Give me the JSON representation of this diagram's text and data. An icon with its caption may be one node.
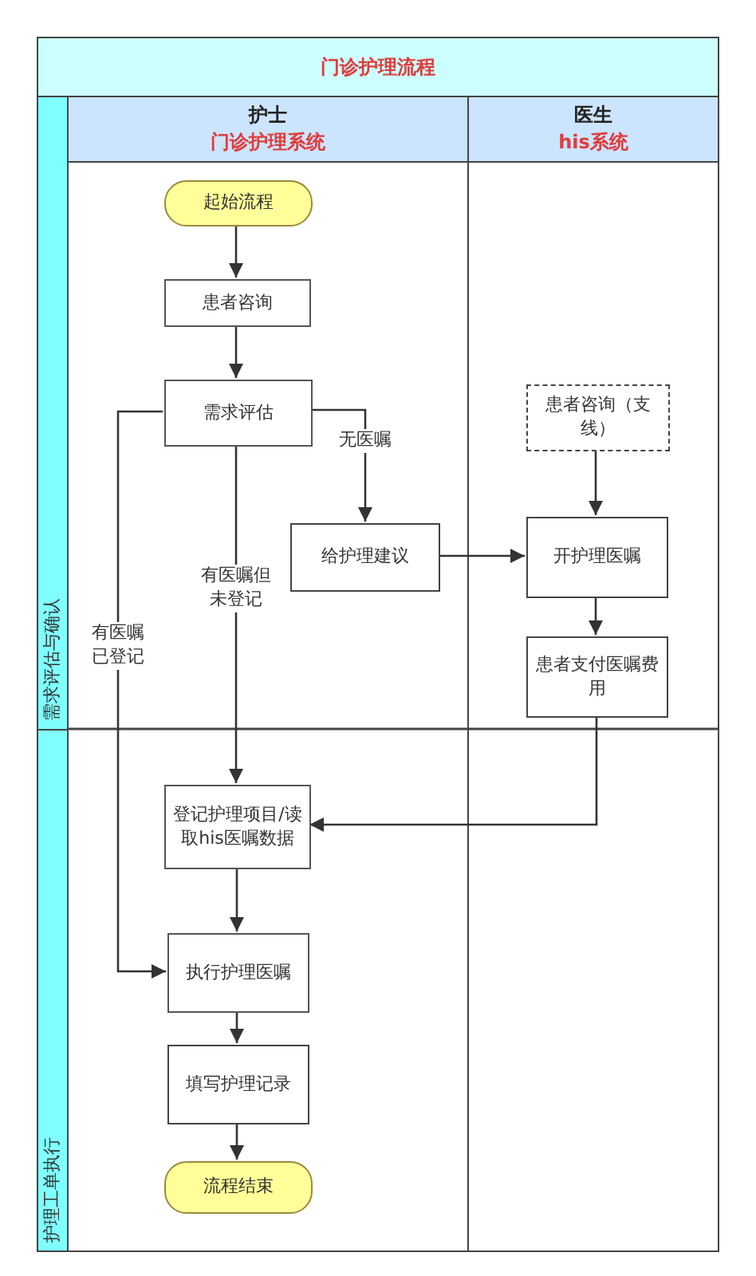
{
  "diagram": {
    "title": "门诊护理流程",
    "nodes": [
      {
        "text": [
          "护士",
          "门诊护理系统"
        ]
      },
      {
        "text": [
          "医生",
          "his系统"
        ]
      },
      {
        "text": [
          "需求评估与确认"
        ]
      },
      {
        "text": [
          "护理工单执行"
        ]
      },
      {
        "text": [
          "起始流程"
        ],
        "in": 0
      },
      {
        "text": [
          "患者咨询"
        ],
        "in": 0
      },
      {
        "text": [
          "需求评估"
        ],
        "in": 0
      },
      {
        "text": [
          "给护理建议"
        ],
        "in": 0
      },
      {
        "text": [
          "登记护理项目/读取his医嘱数据"
        ],
        "in": 0
      },
      {
        "text": [
          "执行护理医嘱"
        ],
        "in": 0
      },
      {
        "text": [
          "填写护理记录"
        ],
        "in": 0
      },
      {
        "text": [
          "流程结束"
        ],
        "in": 0
      },
      {
        "text": [
          "患者咨询（支线）"
        ],
        "in": 1
      },
      {
        "text": [
          "开护理医嘱"
        ],
        "in": 1
      },
      {
        "text": [
          "患者支付医嘱费用"
        ],
        "in": 1
      }
    ],
    "edges": [
      {
        "from": 4,
        "to": 5,
        "arrow": "to"
      },
      {
        "from": 5,
        "to": 6,
        "arrow": "to"
      },
      {
        "from": 6,
        "to": 7,
        "arrow": "to",
        "label": "无医嘱"
      },
      {
        "from": 6,
        "to": 8,
        "arrow": "to",
        "label": "有医嘱但未登记"
      },
      {
        "from": 6,
        "to": 9,
        "arrow": "to",
        "label": "有医嘱已登记"
      },
      {
        "from": 7,
        "to": 13,
        "arrow": "to"
      },
      {
        "from": 12,
        "to": 13,
        "arrow": "to"
      },
      {
        "from": 13,
        "to": 14,
        "arrow": "to"
      },
      {
        "from": 14,
        "to": 8,
        "arrow": "to"
      },
      {
        "from": 8,
        "to": 9,
        "arrow": "to"
      },
      {
        "from": 9,
        "to": 10,
        "arrow": "to"
      },
      {
        "from": 10,
        "to": 11,
        "arrow": "to"
      }
    ]
  }
}
